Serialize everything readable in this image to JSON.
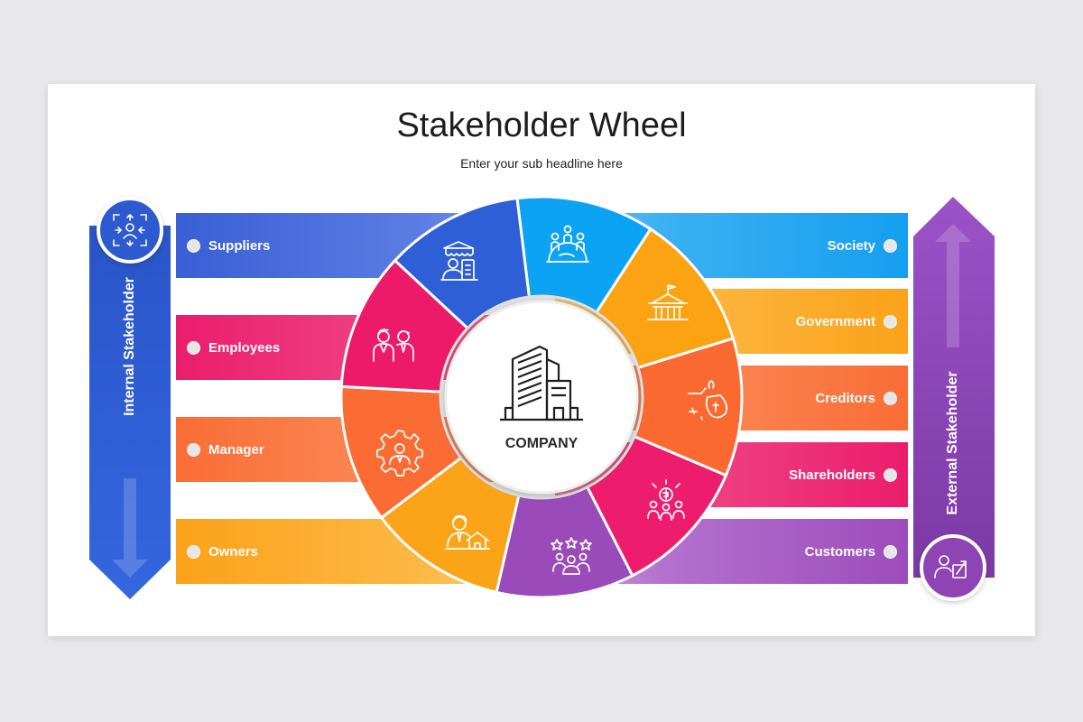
{
  "title": "Stakeholder Wheel",
  "subtitle": "Enter your sub headline here",
  "center_label": "COMPANY",
  "internal": {
    "label": "Internal Stakeholder",
    "items": [
      {
        "label": "Suppliers",
        "color": "#3a5fd6"
      },
      {
        "label": "Employees",
        "color": "#ea1d6c"
      },
      {
        "label": "Manager",
        "color": "#fa6d35"
      },
      {
        "label": "Owners",
        "color": "#fba21a"
      }
    ]
  },
  "external": {
    "label": "External Stakeholder",
    "items": [
      {
        "label": "Society",
        "color": "#159ff0"
      },
      {
        "label": "Government",
        "color": "#fba21a"
      },
      {
        "label": "Creditors",
        "color": "#fa6d35"
      },
      {
        "label": "Shareholders",
        "color": "#ea1d6c"
      },
      {
        "label": "Customers",
        "color": "#9d4cbc"
      }
    ]
  },
  "wheel_segments": [
    {
      "name": "society-segment",
      "color": "#0da3f4",
      "icon": "globe-people-icon"
    },
    {
      "name": "government-segment",
      "color": "#fca313",
      "icon": "government-building-icon"
    },
    {
      "name": "creditors-segment",
      "color": "#fa6a30",
      "icon": "money-bag-hand-icon"
    },
    {
      "name": "shareholders-segment",
      "color": "#ee1c6c",
      "icon": "shareholders-dollar-icon"
    },
    {
      "name": "customers-segment",
      "color": "#9b4ab9",
      "icon": "customers-stars-icon"
    },
    {
      "name": "owners-segment",
      "color": "#fba418",
      "icon": "owner-house-icon"
    },
    {
      "name": "manager-segment",
      "color": "#fb6c34",
      "icon": "manager-gear-icon"
    },
    {
      "name": "employees-segment",
      "color": "#ec1a68",
      "icon": "employees-icon"
    },
    {
      "name": "suppliers-segment",
      "color": "#2f5fd6",
      "icon": "supplier-shop-icon"
    }
  ]
}
